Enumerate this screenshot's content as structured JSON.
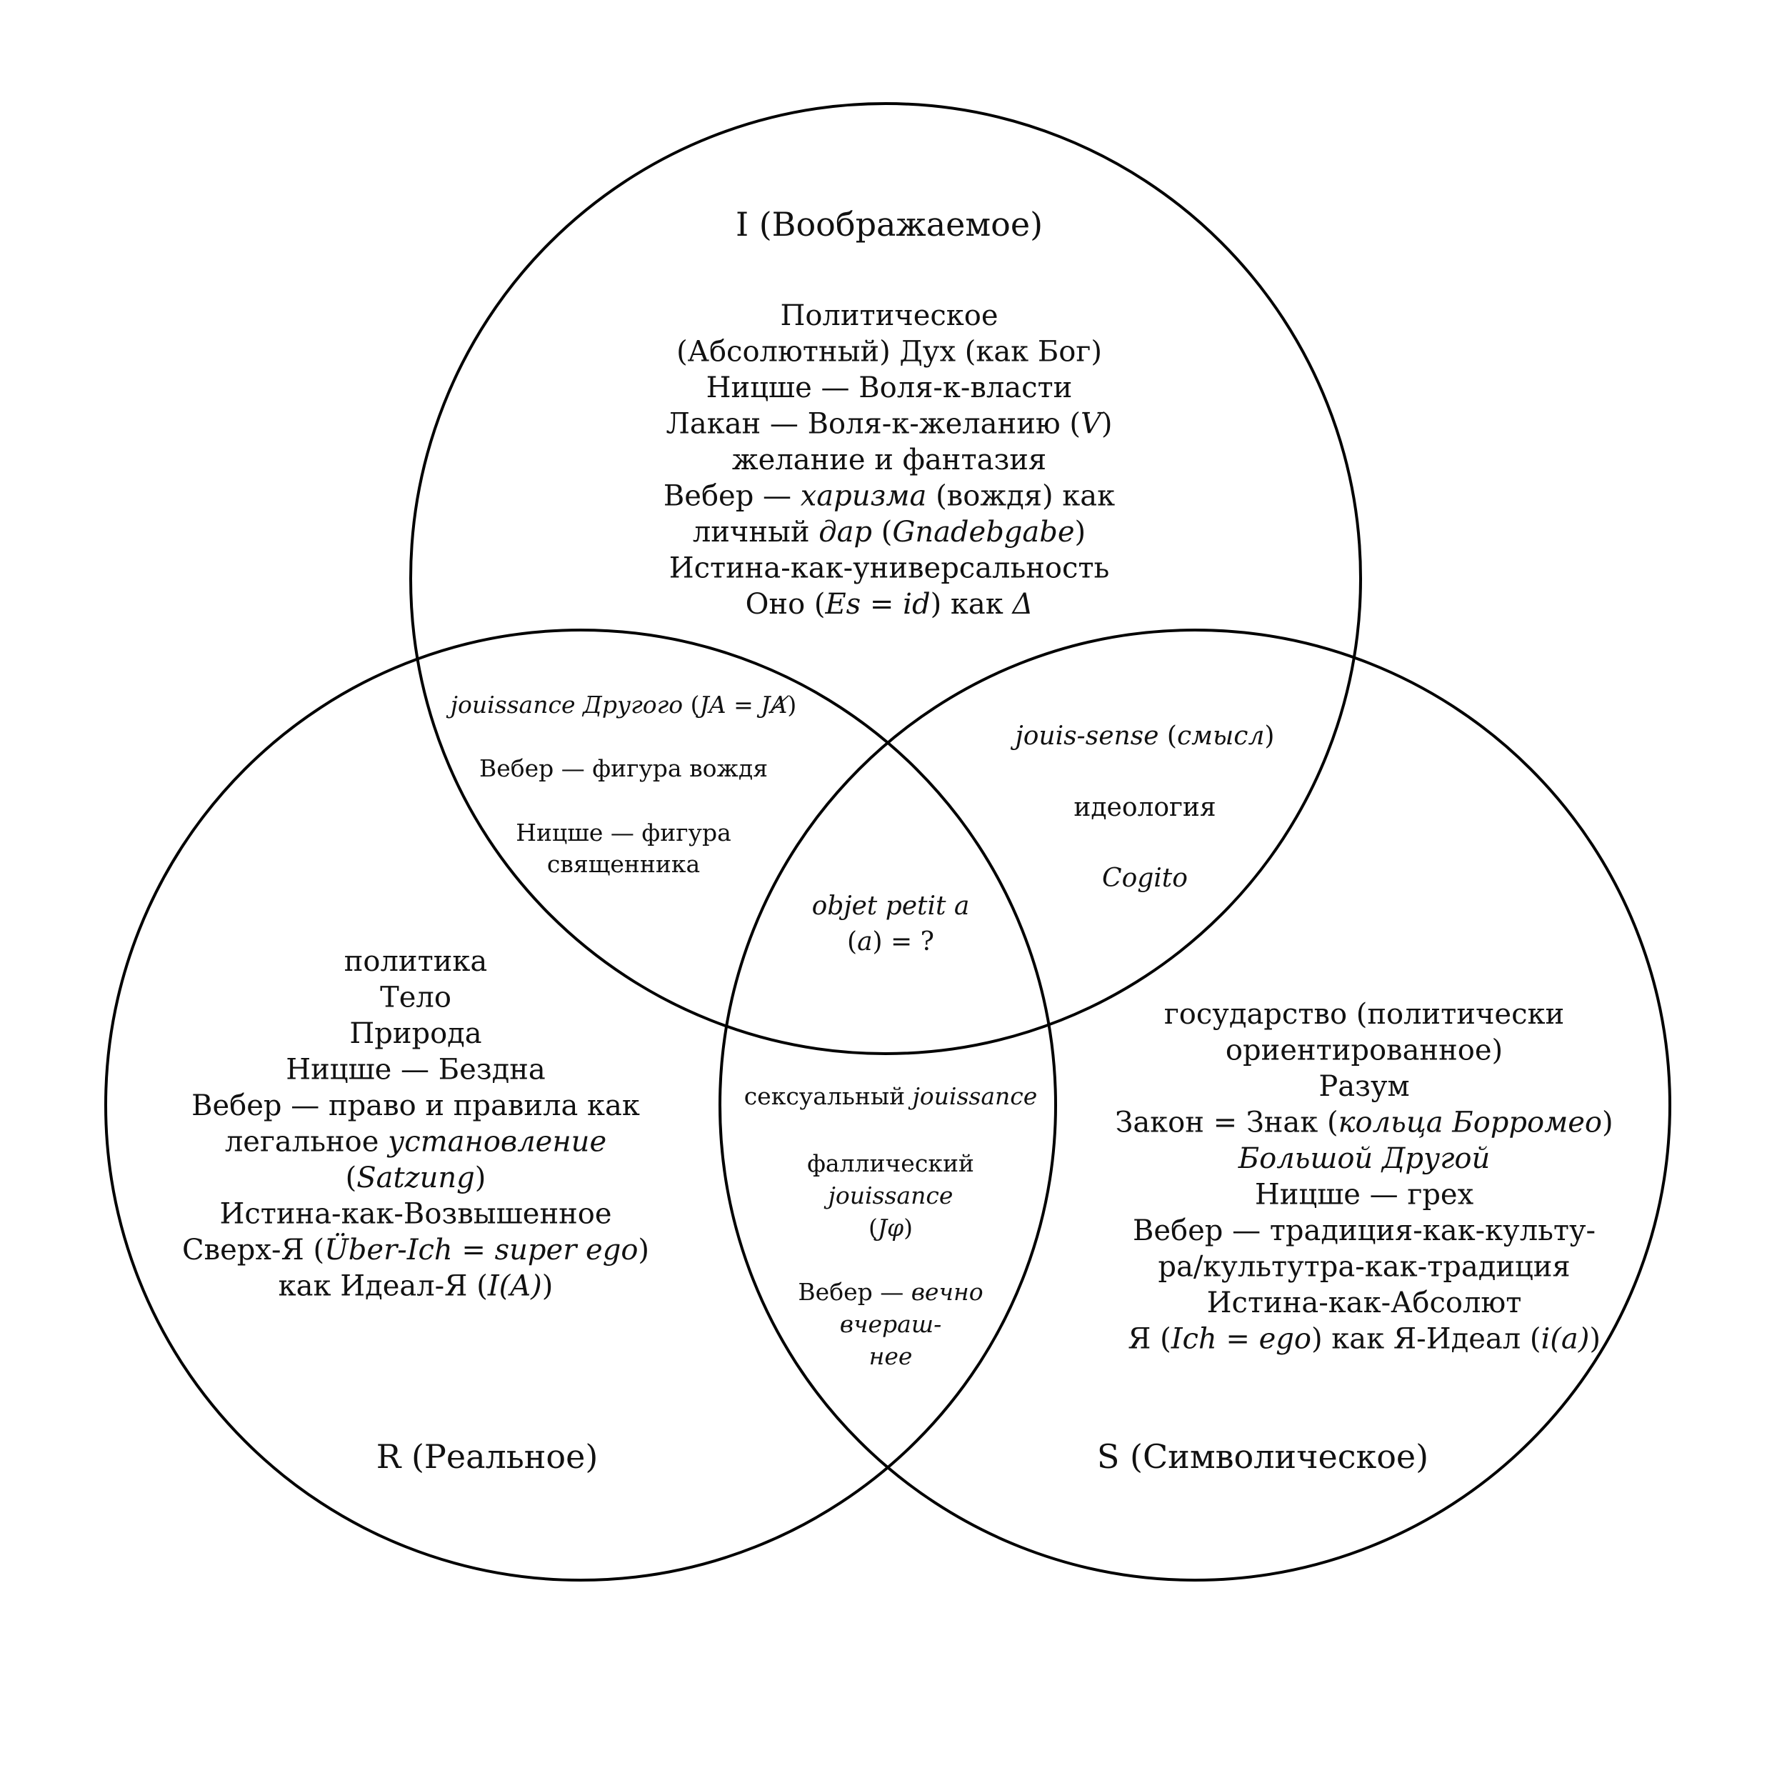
{
  "circles": {
    "imaginary": {
      "title": "I (Воображаемое)",
      "lines": [
        "Политическое",
        "(Абсолютный) Дух (как Бог)",
        "Ницше — Воля-к-власти",
        [
          {
            "t": "Лакан — Воля-к-желанию ("
          },
          {
            "t": "V",
            "i": true
          },
          {
            "t": ")"
          }
        ],
        "желание и фантазия",
        [
          {
            "t": "Вебер — "
          },
          {
            "t": "харизма",
            "i": true
          },
          {
            "t": " (вождя) как"
          }
        ],
        [
          {
            "t": "личный "
          },
          {
            "t": "дар",
            "i": true
          },
          {
            "t": " ("
          },
          {
            "t": "Gnadebgabe",
            "i": true
          },
          {
            "t": ")"
          }
        ],
        "Истина-как-универсальность",
        [
          {
            "t": "Оно ("
          },
          {
            "t": "Es",
            "i": true
          },
          {
            "t": " = "
          },
          {
            "t": "id",
            "i": true
          },
          {
            "t": ") как "
          },
          {
            "t": "Δ",
            "i": true
          }
        ]
      ]
    },
    "real": {
      "title": "R (Реальное)",
      "lines": [
        "политика",
        "Тело",
        "Природа",
        "Ницше — Бездна",
        "Вебер  — право и правила как",
        [
          {
            "t": "легальное "
          },
          {
            "t": "установление",
            "i": true
          }
        ],
        [
          {
            "t": "("
          },
          {
            "t": "Satzung",
            "i": true
          },
          {
            "t": ")"
          }
        ],
        "Истина-как-Возвышенное",
        [
          {
            "t": "Сверх-Я ("
          },
          {
            "t": "Über-Ich",
            "i": true
          },
          {
            "t": " = "
          },
          {
            "t": "super ego",
            "i": true
          },
          {
            "t": ")"
          }
        ],
        [
          {
            "t": "как Идеал-Я ("
          },
          {
            "t": "I(A)",
            "i": true
          },
          {
            "t": ")"
          }
        ]
      ]
    },
    "symbolic": {
      "title": "S (Символическое)",
      "lines": [
        "государство (политически",
        "ориентированное)",
        "Разум",
        [
          {
            "t": "Закон = Знак ("
          },
          {
            "t": "кольца Борромео",
            "i": true
          },
          {
            "t": ")"
          }
        ],
        [
          {
            "t": "Большой Другой",
            "i": true
          }
        ],
        "Ницше — грех",
        "Вебер  — традиция-как-культу-",
        "ра/культутра-как-традиция",
        "Истина-как-Абсолют",
        [
          {
            "t": "Я ("
          },
          {
            "t": "Ich",
            "i": true
          },
          {
            "t": " = "
          },
          {
            "t": "ego",
            "i": true
          },
          {
            "t": ") как Я-Идеал ("
          },
          {
            "t": "i(a)",
            "i": true
          },
          {
            "t": ")"
          }
        ]
      ]
    }
  },
  "intersections": {
    "imaginary_real": {
      "lines": [
        [
          {
            "t": "jouissance Другого",
            "i": true
          },
          {
            "t": " ("
          },
          {
            "t": "JA = JȺ",
            "i": true
          },
          {
            "t": ")"
          }
        ],
        "Вебер — фигура вождя",
        "Ницше — фигура",
        "священника"
      ]
    },
    "imaginary_symbolic": {
      "lines": [
        [
          {
            "t": "jouis-sense",
            "i": true
          },
          {
            "t": " ("
          },
          {
            "t": "смысл",
            "i": true
          },
          {
            "t": ")"
          }
        ],
        "идеология",
        [
          {
            "t": "Cogito",
            "i": true
          }
        ]
      ]
    },
    "real_symbolic": {
      "lines": [
        [
          {
            "t": "сексуальный "
          },
          {
            "t": "jouissance",
            "i": true
          }
        ],
        "фаллический",
        [
          {
            "t": "jouissance",
            "i": true
          }
        ],
        [
          {
            "t": "("
          },
          {
            "t": "Jφ",
            "i": true
          },
          {
            "t": ")"
          }
        ],
        [
          {
            "t": "Вебер  — "
          },
          {
            "t": "вечно",
            "i": true
          }
        ],
        [
          {
            "t": "вчераш-",
            "i": true
          }
        ],
        [
          {
            "t": "нее",
            "i": true
          }
        ]
      ]
    },
    "center": {
      "lines": [
        [
          {
            "t": "objet petit a",
            "i": true
          }
        ],
        [
          {
            "t": "("
          },
          {
            "t": "a",
            "i": true
          },
          {
            "t": ") = ?"
          }
        ]
      ]
    }
  }
}
